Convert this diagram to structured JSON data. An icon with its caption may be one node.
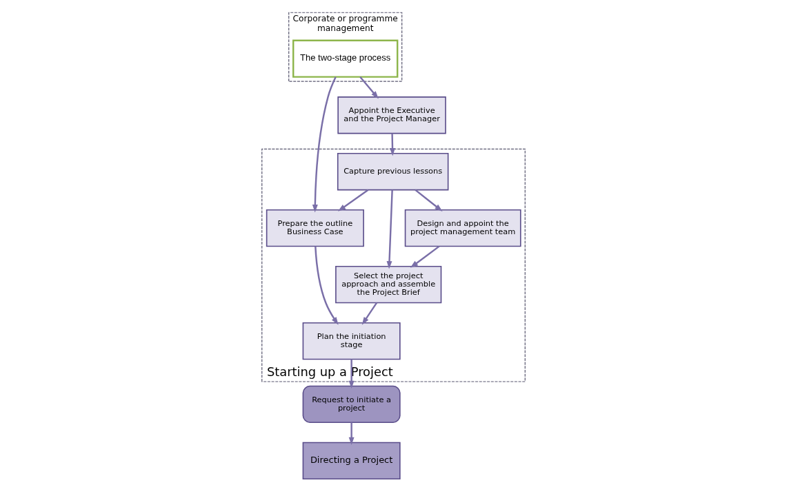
{
  "diagram": {
    "nodes": [
      {
        "text": [
          "Corporate or programme management"
        ]
      },
      {
        "text": [
          "The two-stage process"
        ],
        "in": 0
      },
      {
        "text": [
          "Starting up a Project"
        ]
      },
      {
        "text": [
          "Appoint the Executive and the Project Manager"
        ]
      },
      {
        "text": [
          "Capture previous lessons"
        ],
        "in": 2
      },
      {
        "text": [
          "Design and appoint the project management team"
        ],
        "in": 2
      },
      {
        "text": [
          "Prepare the outline Business Case"
        ],
        "in": 2
      },
      {
        "text": [
          "Select the project approach and assemble the Project Brief"
        ],
        "in": 2
      },
      {
        "text": [
          "Plan the initiation stage"
        ],
        "in": 2
      },
      {
        "text": [
          "Request to initiate a project"
        ]
      },
      {
        "text": [
          "Directing a Project"
        ]
      }
    ],
    "edges": [
      {
        "from": 1,
        "to": 3,
        "arrow": "to"
      },
      {
        "from": 1,
        "to": 6,
        "arrow": "to"
      },
      {
        "from": 3,
        "to": 4,
        "arrow": "to"
      },
      {
        "from": 4,
        "to": 5,
        "arrow": "to"
      },
      {
        "from": 4,
        "to": 6,
        "arrow": "to"
      },
      {
        "from": 4,
        "to": 7,
        "arrow": "to"
      },
      {
        "from": 5,
        "to": 7,
        "arrow": "to"
      },
      {
        "from": 6,
        "to": 8,
        "arrow": "to"
      },
      {
        "from": 7,
        "to": 8,
        "arrow": "to"
      },
      {
        "from": 8,
        "to": 9,
        "arrow": "to"
      },
      {
        "from": 9,
        "to": 10,
        "arrow": "to"
      }
    ]
  }
}
